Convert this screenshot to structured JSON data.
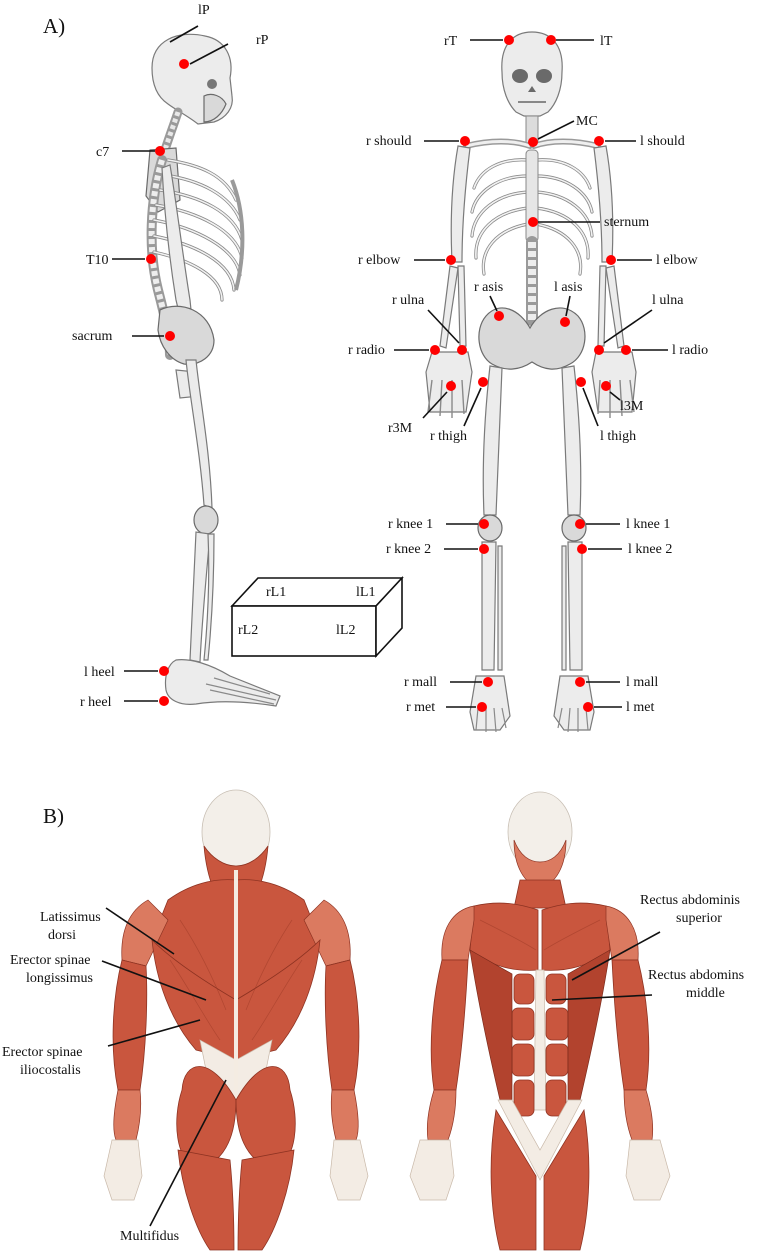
{
  "panels": {
    "a_label": "A)",
    "b_label": "B)"
  },
  "side_view": {
    "labels": {
      "lP": "lP",
      "rP": "rP",
      "c7": "c7",
      "T10": "T10",
      "sacrum": "sacrum",
      "l_heel": "l heel",
      "r_heel": "r heel"
    }
  },
  "front_view": {
    "labels": {
      "rT": "rT",
      "lT": "lT",
      "MC": "MC",
      "r_should": "r should",
      "l_should": "l should",
      "sternum": "sternum",
      "r_elbow": "r elbow",
      "l_elbow": "l elbow",
      "r_asis": "r asis",
      "l_asis": "l asis",
      "r_ulna": "r ulna",
      "l_ulna": "l ulna",
      "r_radio": "r radio",
      "l_radio": "l radio",
      "r3M": "r3M",
      "l3M": "l3M",
      "r_thigh": "r thigh",
      "l_thigh": "l thigh",
      "r_knee_1": "r knee 1",
      "l_knee_1": "l knee 1",
      "r_knee_2": "r knee 2",
      "l_knee_2": "l knee 2",
      "r_mall": "r mall",
      "l_mall": "l mall",
      "r_met": "r met",
      "l_met": "l met"
    }
  },
  "lumbar_box": {
    "rL1": "rL1",
    "lL1": "lL1",
    "rL2": "rL2",
    "lL2": "lL2"
  },
  "muscles": {
    "latissimus_line1": "Latissimus",
    "latissimus_line2": "dorsi",
    "erector_long_line1": "Erector spinae",
    "erector_long_line2": "longissimus",
    "erector_ilio_line1": "Erector spinae",
    "erector_ilio_line2": "iliocostalis",
    "multifidus": "Multifidus",
    "rect_sup_line1": "Rectus abdominis",
    "rect_sup_line2": "superior",
    "rect_mid_line1": "Rectus abdomins",
    "rect_mid_line2": "middle"
  },
  "colors": {
    "marker": "#ff0000",
    "bone": "#ececec",
    "muscle": "#c9563e"
  }
}
